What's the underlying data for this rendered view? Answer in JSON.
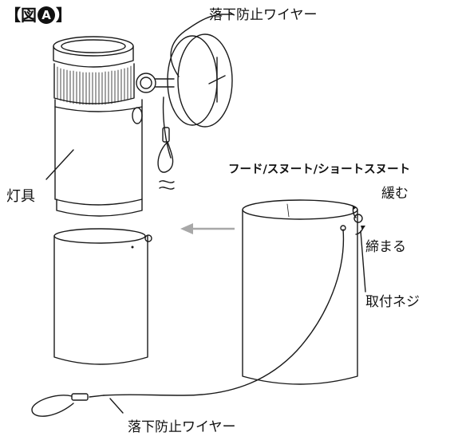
{
  "figure": {
    "bracket_open": "【",
    "title": "図",
    "badge": "A",
    "bracket_close": "】"
  },
  "labels": {
    "wire_top": "落下防止ワイヤー",
    "lamp": "灯具",
    "hood_types": "フード/スヌート/ショートスヌート",
    "loosen": "緩む",
    "tighten": "締まる",
    "mount_screw": "取付ネジ",
    "wire_bottom": "落下防止ワイヤー"
  },
  "colors": {
    "line": "#1a1a1a",
    "arrow": "#a8a8a8",
    "background": "#ffffff"
  }
}
